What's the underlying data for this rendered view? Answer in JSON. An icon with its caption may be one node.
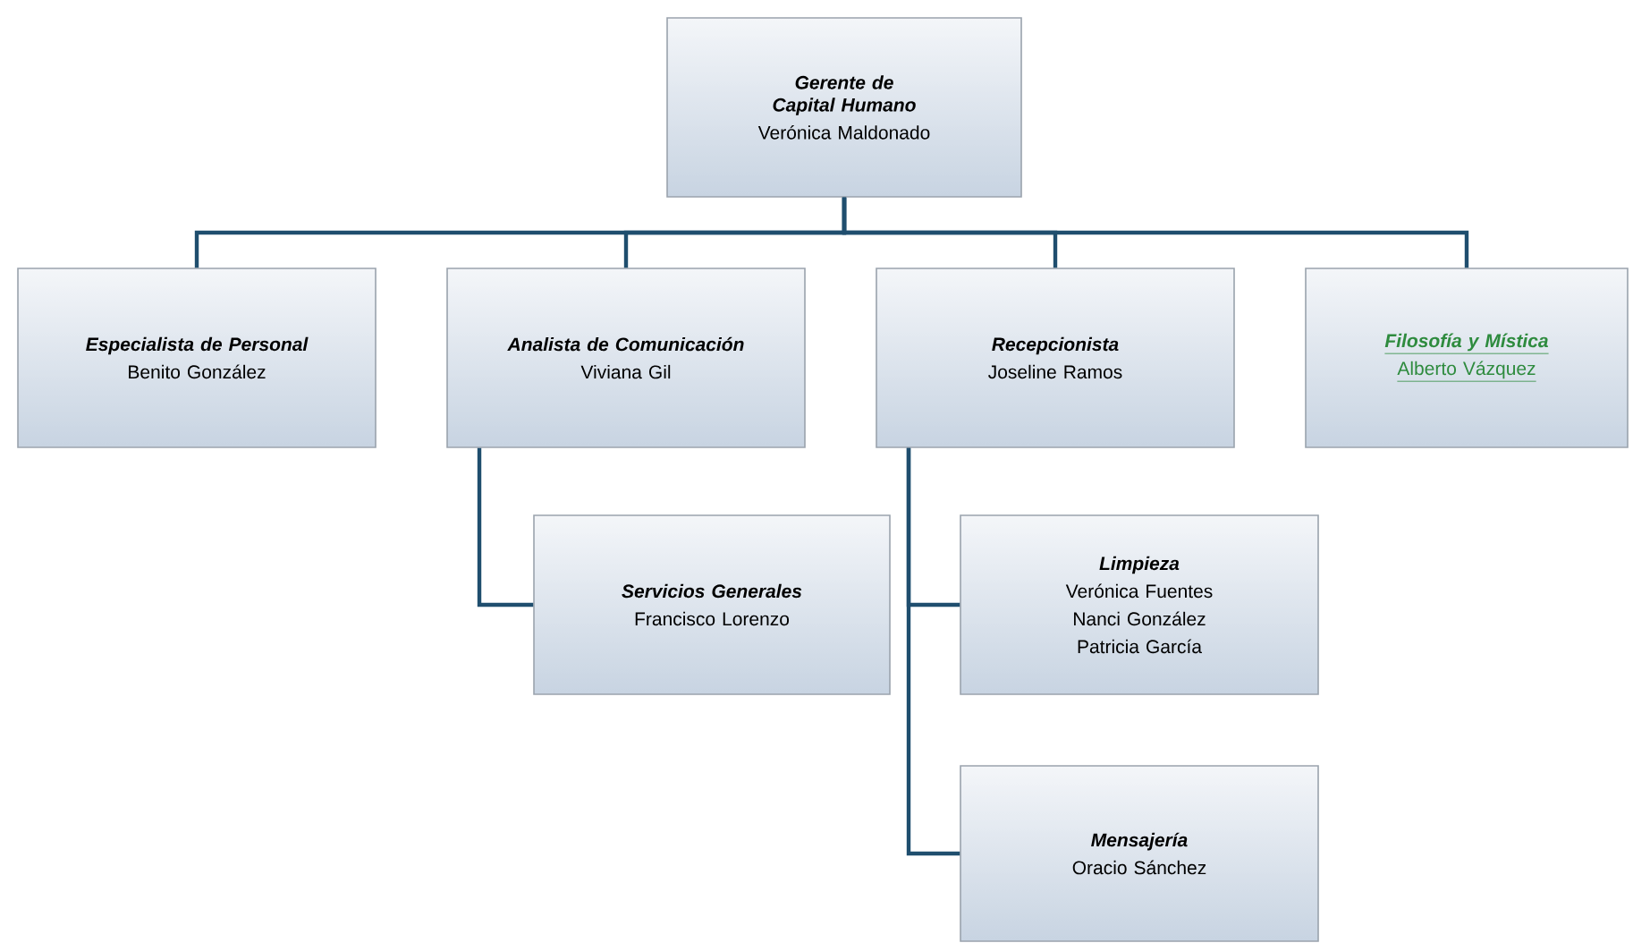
{
  "diagram": {
    "nodes": [
      {
        "text": [
          "Gerente de Capital Humano",
          "Verónica Maldonado"
        ]
      },
      {
        "text": [
          "Especialista de Personal",
          "Benito González"
        ]
      },
      {
        "text": [
          "Analista de Comunicación",
          "Viviana Gil"
        ]
      },
      {
        "text": [
          "Recepcionista",
          "Joseline Ramos"
        ]
      },
      {
        "text": [
          "Filosofía y Mística",
          "Alberto Vázquez"
        ]
      },
      {
        "text": [
          "Servicios Generales",
          "Francisco Lorenzo"
        ]
      },
      {
        "text": [
          "Limpieza",
          "Verónica Fuentes",
          "Nanci González",
          "Patricia García"
        ]
      },
      {
        "text": [
          "Mensajería",
          "Oracio Sánchez"
        ]
      }
    ],
    "edges": [
      {
        "from": 0,
        "to": 1,
        "arrow": "none"
      },
      {
        "from": 0,
        "to": 2,
        "arrow": "none"
      },
      {
        "from": 0,
        "to": 3,
        "arrow": "none"
      },
      {
        "from": 0,
        "to": 4,
        "arrow": "none"
      },
      {
        "from": 2,
        "to": 5,
        "arrow": "none"
      },
      {
        "from": 3,
        "to": 6,
        "arrow": "none"
      },
      {
        "from": 3,
        "to": 7,
        "arrow": "none"
      }
    ]
  }
}
